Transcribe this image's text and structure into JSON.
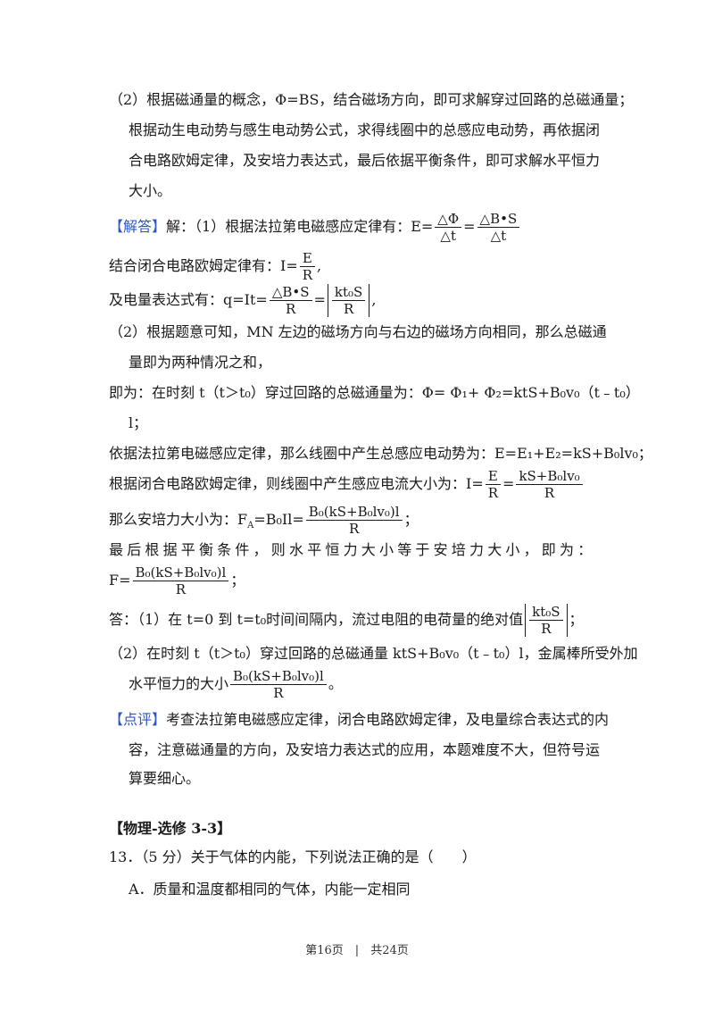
{
  "p1": {
    "l1": "（2）根据磁通量的概念，Φ=BS，结合磁场方向，即可求解穿过回路的总磁通量；",
    "l2": "根据动生电动势与感生电动势公式，求得线圈中的总感应电动势，再依据闭",
    "l3": "合电路欧姆定律，及安培力表达式，最后依据平衡条件，即可求解水平恒力",
    "l4": "大小。"
  },
  "ans": {
    "tag": "【解答】",
    "l1": "解：（1）根据法拉第电磁感应定律有：E=",
    "l1_f1_num": "△Φ",
    "l1_f1_den": "△t",
    "l1_eq": "=",
    "l1_f2_num": "△B•S",
    "l1_f2_den": "△t",
    "l2": "结合闭合电路欧姆定律有：I=",
    "l2_num": "E",
    "l2_den": "R",
    "l2_end": ",",
    "l3": "及电量表达式有：q=It=",
    "l3_f1_num": "△B•S",
    "l3_f1_den": "R",
    "l3_eq": "=",
    "l3_f2_num": "kt₀S",
    "l3_f2_den": "R",
    "l3_end": ",",
    "l4": "（2）根据题意可知，MN 左边的磁场方向与右边的磁场方向相同，那么总磁通",
    "l5": "量即为两种情况之和，",
    "l6": "即为：在时刻 t（t＞t₀）穿过回路的总磁通量为：Φ= Φ₁+ Φ₂=ktS+B₀v₀（t﹣t₀）",
    "l7": "l；",
    "l8": "依据法拉第电磁感应定律，那么线圈中产生总感应电动势为：E=E₁+E₂=kS+B₀lv₀；",
    "l9": "根据闭合电路欧姆定律，则线圈中产生感应电流大小为：I=",
    "l9_f1_num": "E",
    "l9_f1_den": "R",
    "l9_eq": "=",
    "l9_f2_num": "kS+B₀lv₀",
    "l9_f2_den": "R",
    "l10": "那么安培力大小为：F",
    "l10_sub": "A",
    "l10_b": "=B₀Il=",
    "l10_num": "B₀(kS+B₀lv₀)l",
    "l10_den": "R",
    "l10_end": "；",
    "l11": "最后根据平衡条件，则水平恒力大小等于安培力大小，即为：",
    "l12": "F=",
    "l12_num": "B₀(kS+B₀lv₀)l",
    "l12_den": "R",
    "l12_end": "；",
    "l13": "答：（1）在 t=0 到 t=t₀时间间隔内，流过电阻的电荷量的绝对值",
    "l13_num": "kt₀S",
    "l13_den": "R",
    "l13_end": "；",
    "l14": "（2）在时刻 t（t＞t₀）穿过回路的总磁通量 ktS+B₀v₀（t﹣t₀）l，金属棒所受外加",
    "l15": "水平恒力的大小",
    "l15_num": "B₀(kS+B₀lv₀)l",
    "l15_den": "R",
    "l15_end": "。"
  },
  "review": {
    "tag": "【点评】",
    "l1": "考查法拉第电磁感应定律，闭合电路欧姆定律，及电量综合表达式的内",
    "l2": "容，注意磁通量的方向，及安培力表达式的应用，本题难度不大，但符号运",
    "l3": "算要细心。"
  },
  "section": "【物理-选修 3-3】",
  "q13": {
    "stem": "13．（5 分）关于气体的内能，下列说法正确的是（　　）",
    "optA": "A．质量和温度都相同的气体，内能一定相同"
  },
  "footer": "第16页　|　共24页"
}
